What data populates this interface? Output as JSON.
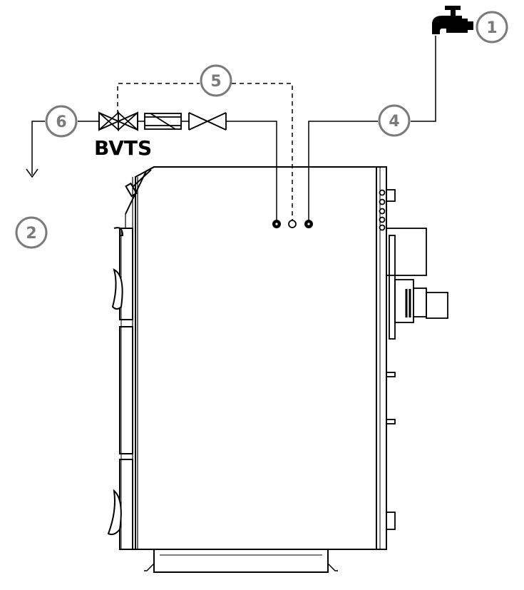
{
  "labels": {
    "valve_assembly": "BVTS"
  },
  "callouts": [
    {
      "id": "1",
      "text": "1"
    },
    {
      "id": "2",
      "text": "2"
    },
    {
      "id": "4",
      "text": "4"
    },
    {
      "id": "5",
      "text": "5"
    },
    {
      "id": "6",
      "text": "6"
    }
  ],
  "colors": {
    "line": "#000000",
    "callout": "#7a7a7a",
    "background": "#ffffff"
  }
}
